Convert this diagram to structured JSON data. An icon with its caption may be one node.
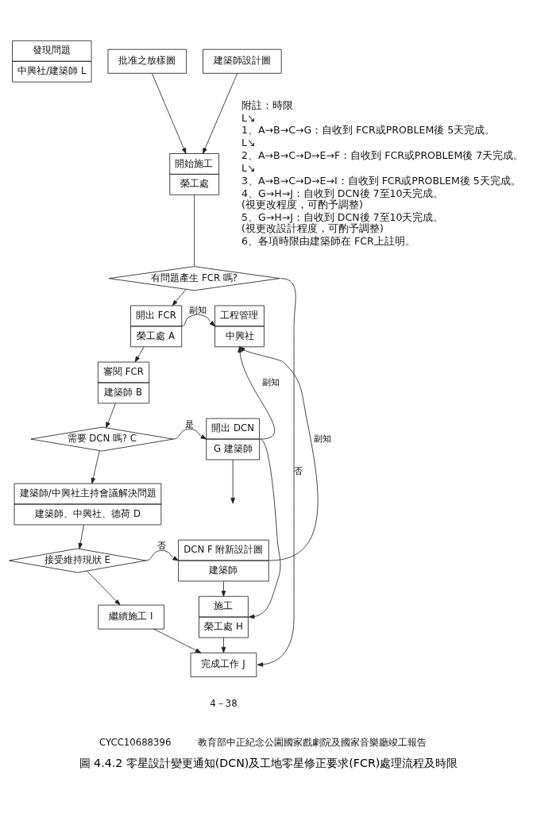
{
  "diagram": {
    "caption": "圖 4.4.2 零星設計變更通知(DCN)及工地零星修正要求(FCR)處理流程及時限",
    "nodes": [
      {
        "text": [
          "發現問題",
          "中興社/建築師 L"
        ]
      },
      {
        "text": [
          "批准之放樣圖"
        ]
      },
      {
        "text": [
          "建築師設計圖"
        ]
      },
      {
        "text": [
          "開始施工",
          "榮工處"
        ]
      },
      {
        "text": [
          "有問題產生 FCR 嗎?"
        ]
      },
      {
        "text": [
          "開出 FCR",
          "榮工處 A"
        ]
      },
      {
        "text": [
          "工程管理",
          "中興社"
        ]
      },
      {
        "text": [
          "審閱 FCR",
          "建築師 B"
        ]
      },
      {
        "text": [
          "需要 DCN 嗎? C"
        ]
      },
      {
        "text": [
          "開出 DCN",
          "G 建築師"
        ]
      },
      {
        "text": [
          "建築師/中興社主持會議解決問題",
          "建築師、中興社、德荷 D"
        ]
      },
      {
        "text": [
          "接受維持現狀 E"
        ]
      },
      {
        "text": [
          "DCN F 附新設計圖",
          "建築師"
        ]
      },
      {
        "text": [
          "繼續施工 I"
        ]
      },
      {
        "text": [
          "施工",
          "榮工處 H"
        ]
      },
      {
        "text": [
          "完成工作 J"
        ]
      }
    ],
    "edges": [
      {
        "from": 1,
        "to": 3,
        "arrow": "to"
      },
      {
        "from": 2,
        "to": 3,
        "arrow": "to"
      },
      {
        "from": 3,
        "to": 4,
        "arrow": "none"
      },
      {
        "from": 4,
        "to": 5,
        "arrow": "to"
      },
      {
        "from": 4,
        "to": 15,
        "arrow": "to",
        "label": "否"
      },
      {
        "from": 5,
        "to": 6,
        "arrow": "to",
        "label": "副知"
      },
      {
        "from": 5,
        "to": 7,
        "arrow": "to"
      },
      {
        "from": 7,
        "to": 8,
        "arrow": "to"
      },
      {
        "from": 8,
        "to": 9,
        "arrow": "to",
        "label": "是"
      },
      {
        "from": 8,
        "to": 10,
        "arrow": "to"
      },
      {
        "from": 9,
        "to": 14,
        "arrow": "to"
      },
      {
        "from": 9,
        "to": 6,
        "arrow": "to",
        "label": "副知"
      },
      {
        "from": 9,
        "to": null,
        "arrow": "to"
      },
      {
        "from": 10,
        "to": 11,
        "arrow": "to"
      },
      {
        "from": 11,
        "to": 12,
        "arrow": "to",
        "label": "否"
      },
      {
        "from": 11,
        "to": 13,
        "arrow": "to"
      },
      {
        "from": 12,
        "to": 14,
        "arrow": "to"
      },
      {
        "from": 12,
        "to": 6,
        "arrow": "to",
        "label": "副知"
      },
      {
        "from": 14,
        "to": 15,
        "arrow": "to"
      },
      {
        "from": 13,
        "to": 15,
        "arrow": "to"
      }
    ],
    "labels": [
      "附註：時限",
      "L↘",
      "1、A→B→C→G：自收到 FCR或PROBLEM後 5天完成。",
      "L↘",
      "2、A→B→C→D→E→F：自收到 FCR或PROBLEM後 7天完成。",
      "L↘",
      "3、A→B→C→D→E→I：自收到 FCR或PROBLEM後 5天完成。",
      "4、G→H→J：自收到 DCN後 7至10天完成。(視更改程度，可酌予調整)",
      "5、G→H→J：自收到 DCN後 7至10天完成。(視更改設計程度，可酌予調整)",
      "6、各項時限由建築師在 FCR上註明。",
      "4－38",
      "CYCC10688396",
      "教育部中正紀念公園國家戲劇院及國家音樂廳竣工報告"
    ]
  }
}
